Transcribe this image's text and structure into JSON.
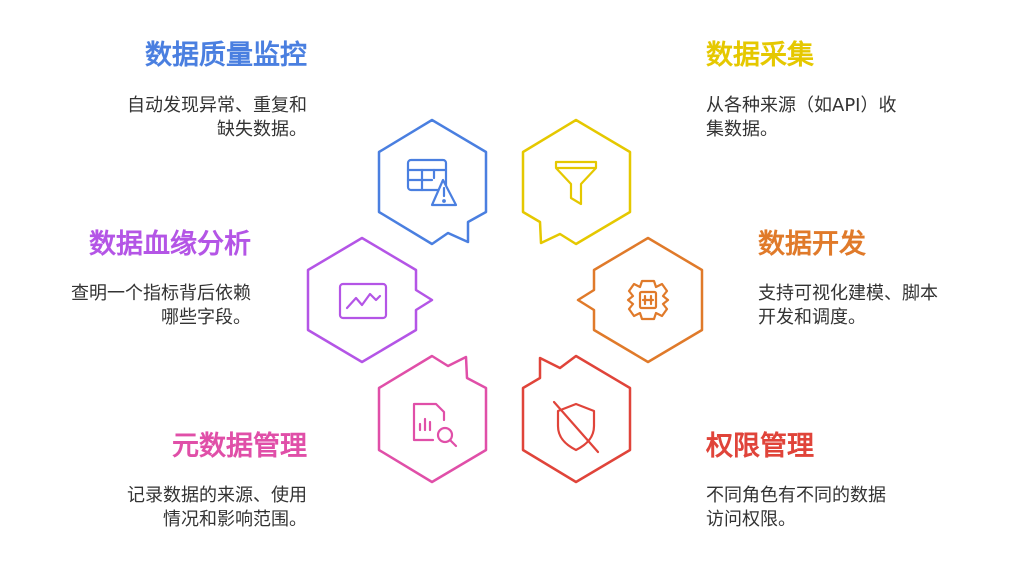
{
  "colors": {
    "quality": "#4a7fe0",
    "collect": "#e5c800",
    "lineage": "#b455e6",
    "develop": "#e07a2a",
    "metadata": "#e04fa8",
    "permission": "#e0443a"
  },
  "items": {
    "quality": {
      "title": "数据质量监控",
      "desc1": "自动发现异常、重复和",
      "desc2": "缺失数据。",
      "icon": "table-warning-icon"
    },
    "collect": {
      "title": "数据采集",
      "desc1": "从各种来源（如API）收",
      "desc2": "集数据。",
      "icon": "funnel-icon"
    },
    "lineage": {
      "title": "数据血缘分析",
      "desc1": "查明一个指标背后依赖",
      "desc2": "哪些字段。",
      "icon": "chart-monitor-icon"
    },
    "develop": {
      "title": "数据开发",
      "desc1": "支持可视化建模、脚本",
      "desc2": "开发和调度。",
      "icon": "gear-chip-icon"
    },
    "metadata": {
      "title": "元数据管理",
      "desc1": "记录数据的来源、使用",
      "desc2": "情况和影响范围。",
      "icon": "document-search-icon"
    },
    "permission": {
      "title": "权限管理",
      "desc1": "不同角色有不同的数据",
      "desc2": "访问权限。",
      "icon": "shield-off-icon"
    }
  }
}
